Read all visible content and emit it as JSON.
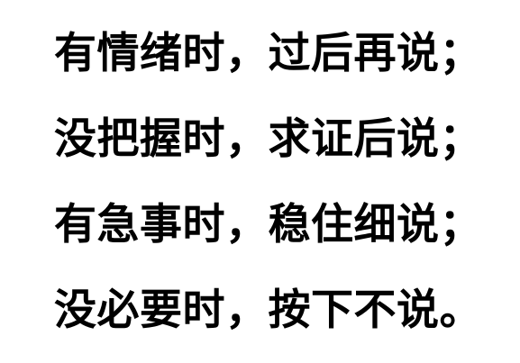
{
  "lines": [
    "有情绪时，过后再说；",
    "没把握时，求证后说；",
    "有急事时，稳住细说；",
    "没必要时，按下不说。"
  ],
  "colors": {
    "text": "#000000",
    "background": "#ffffff"
  }
}
